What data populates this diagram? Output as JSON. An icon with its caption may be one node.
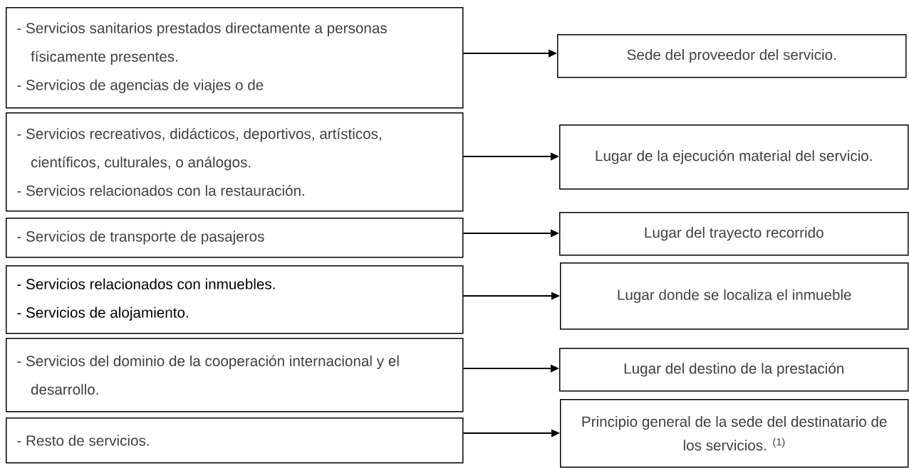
{
  "diagram": {
    "nodes": [
      {
        "text": [
          "- Servicios sanitarios prestados directamente a personas físicamente presentes.",
          "- Servicios de agencias de viajes o de"
        ]
      },
      {
        "text": [
          "- Servicios recreativos, didácticos, deportivos, artísticos, científicos, culturales, o análogos.",
          "- Servicios relacionados con la restauración."
        ]
      },
      {
        "text": [
          "- Servicios de transporte de pasajeros"
        ]
      },
      {
        "text": [
          "- Servicios relacionados con inmuebles.",
          "- Servicios de alojamiento."
        ]
      },
      {
        "text": [
          "- Servicios del dominio de la cooperación internacional y el desarrollo."
        ]
      },
      {
        "text": [
          "- Resto de servicios."
        ]
      },
      {
        "text": [
          "Sede del proveedor del servicio."
        ]
      },
      {
        "text": [
          "Lugar de la ejecución material del servicio."
        ]
      },
      {
        "text": [
          "Lugar del trayecto recorrido"
        ]
      },
      {
        "text": [
          "Lugar donde se localiza el inmueble"
        ]
      },
      {
        "text": [
          "Lugar del destino de la prestación"
        ]
      },
      {
        "text": [
          "Principio general de la sede del destinatario de los servicios. $^{(1)}$"
        ]
      }
    ],
    "edges": [
      {
        "from": 0,
        "to": 6,
        "arrow": "to"
      },
      {
        "from": 1,
        "to": 7,
        "arrow": "to"
      },
      {
        "from": 2,
        "to": 8,
        "arrow": "to"
      },
      {
        "from": 3,
        "to": 9,
        "arrow": "to"
      },
      {
        "from": 4,
        "to": 10,
        "arrow": "to"
      },
      {
        "from": 5,
        "to": 11,
        "arrow": "to"
      }
    ]
  }
}
